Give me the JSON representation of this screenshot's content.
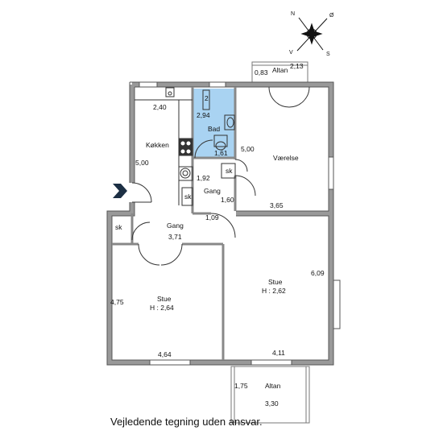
{
  "compass": {
    "n": "N",
    "e": "Ø",
    "s": "S",
    "w": "V"
  },
  "rooms": {
    "kitchen": {
      "name": "Køkken",
      "width": "2,40",
      "length": "5,00"
    },
    "bath": {
      "name": "Bad",
      "width": "2,94",
      "length": "1,61"
    },
    "bedroom": {
      "name": "Værelse",
      "length": "5,00",
      "width": "3,65"
    },
    "balcony_top": {
      "name": "Altan",
      "width": "0,83",
      "length": "2,13"
    },
    "hall_inner": {
      "name": "Gang",
      "width": "1,92",
      "length": "1,60"
    },
    "hall": {
      "name": "Gang",
      "width": "3,71",
      "door": "1,09"
    },
    "closet": {
      "label": "sk"
    },
    "living_left": {
      "name": "Stue",
      "height": "H : 2,64",
      "depth": "4,75",
      "width": "4,64"
    },
    "living_right": {
      "name": "Stue",
      "height": "H : 2,62",
      "depth": "6,09",
      "width": "4,11"
    },
    "balcony_bottom": {
      "name": "Altan",
      "depth": "1,75",
      "width": "3,30"
    }
  },
  "footer": {
    "disclaimer": "Vejledende tegning uden ansvar."
  }
}
